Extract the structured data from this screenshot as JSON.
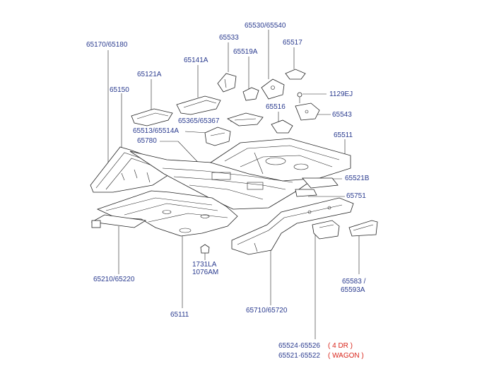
{
  "colors": {
    "label": "#2a3b8f",
    "note": "#d9261c",
    "line": "#222222"
  },
  "labels": {
    "p65170": "65170",
    "p65180": "65180",
    "p65150": "65150",
    "p65121a": "65121A",
    "p65141a": "65141A",
    "p65533": "65533",
    "p65519a": "65519A",
    "p65530": "65530",
    "p65540": "65540",
    "p65517": "65517",
    "p1129ej": "1129EJ",
    "p65516": "65516",
    "p65543": "65543",
    "p65365": "65365",
    "p65367": "65367",
    "p65513": "65513",
    "p65514a": "65514A",
    "p65780": "65780",
    "p65511": "65511",
    "p65521b": "65521B",
    "p65751": "65751",
    "p65210": "65210",
    "p65220": "65220",
    "p1731la": "1731LA",
    "p1076am": "1076AM",
    "p65111": "65111",
    "p65710": "65710",
    "p65720": "65720",
    "p65583": "65583",
    "p65593a": "65593A",
    "p65524": "65524",
    "p65526": "65526",
    "p65521": "65521",
    "p65522": "65522",
    "note_4dr": "( 4 DR )",
    "note_wagon": "( WAGON )",
    "sep": "/",
    "sep_dot": "·"
  }
}
